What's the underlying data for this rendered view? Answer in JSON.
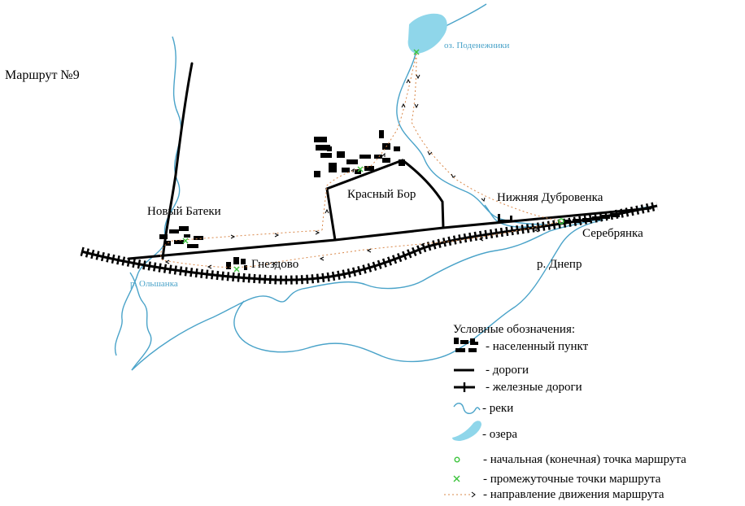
{
  "title": "Маршрут №9",
  "places": {
    "novy_bateki": "Новый Батеки",
    "krasny_bor": "Красный Бор",
    "nizhnyaya_dubrovenka": "Нижняя Дубровенка",
    "serebryanka": "Серебрянка",
    "gnezdovo": "Гнездово"
  },
  "water": {
    "lake": "оз. Поденежники",
    "olshanka": "р. Ольшанка",
    "dnepr": "р. Днепр"
  },
  "legend": {
    "heading": "Условные обозначения:",
    "settlement": "- населенный пункт",
    "roads": "- дороги",
    "railways": "- железные дороги",
    "rivers": "- реки",
    "lakes": "- озера",
    "start_point": "- начальная (конечная) точка маршрута",
    "waypoints": "- промежуточные точки маршрута",
    "direction": "- направление движения маршрута"
  },
  "colors": {
    "water": "#4aa3c9",
    "lake_fill": "#8fd6ea",
    "route": "#d9884a",
    "marker": "#3cc43c",
    "ink": "#000000"
  }
}
